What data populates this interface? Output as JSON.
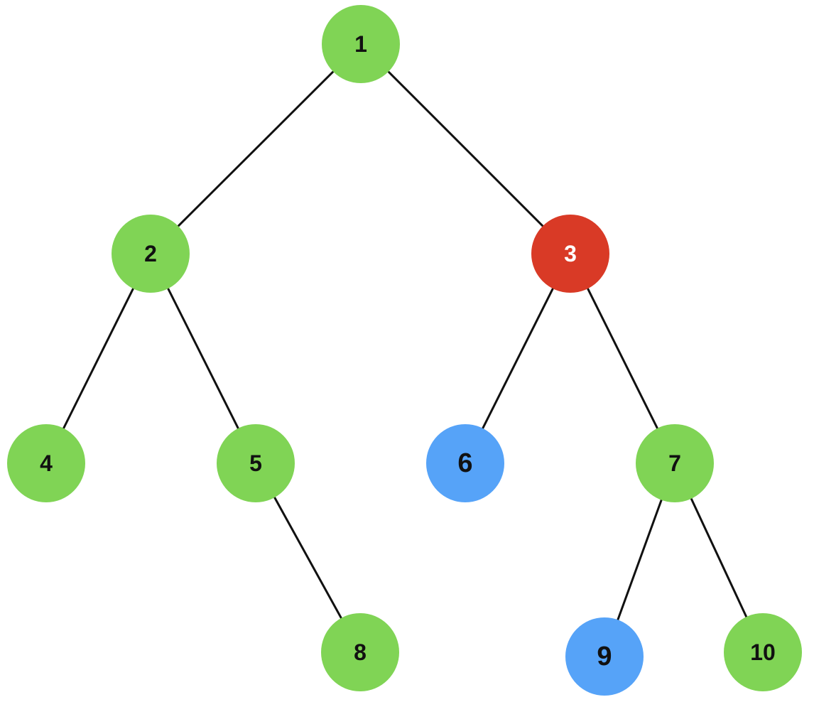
{
  "tree": {
    "nodes": [
      {
        "id": "1",
        "label": "1",
        "status": "default"
      },
      {
        "id": "2",
        "label": "2",
        "status": "default"
      },
      {
        "id": "3",
        "label": "3",
        "status": "highlighted"
      },
      {
        "id": "4",
        "label": "4",
        "status": "default"
      },
      {
        "id": "5",
        "label": "5",
        "status": "default"
      },
      {
        "id": "6",
        "label": "6",
        "status": "marked"
      },
      {
        "id": "7",
        "label": "7",
        "status": "default"
      },
      {
        "id": "8",
        "label": "8",
        "status": "default"
      },
      {
        "id": "9",
        "label": "9",
        "status": "marked"
      },
      {
        "id": "10",
        "label": "10",
        "status": "default"
      }
    ],
    "edges": [
      {
        "from": "1",
        "to": "2"
      },
      {
        "from": "1",
        "to": "3"
      },
      {
        "from": "2",
        "to": "4"
      },
      {
        "from": "2",
        "to": "5"
      },
      {
        "from": "3",
        "to": "6"
      },
      {
        "from": "3",
        "to": "7"
      },
      {
        "from": "5",
        "to": "8"
      },
      {
        "from": "7",
        "to": "9"
      },
      {
        "from": "7",
        "to": "10"
      }
    ]
  },
  "colors": {
    "default": "#80d455",
    "highlighted": "#d93a26",
    "marked": "#56a3f8",
    "default_text": "#111111",
    "highlighted_text": "#ffffff",
    "marked_text": "#111111",
    "edge": "#111111"
  }
}
